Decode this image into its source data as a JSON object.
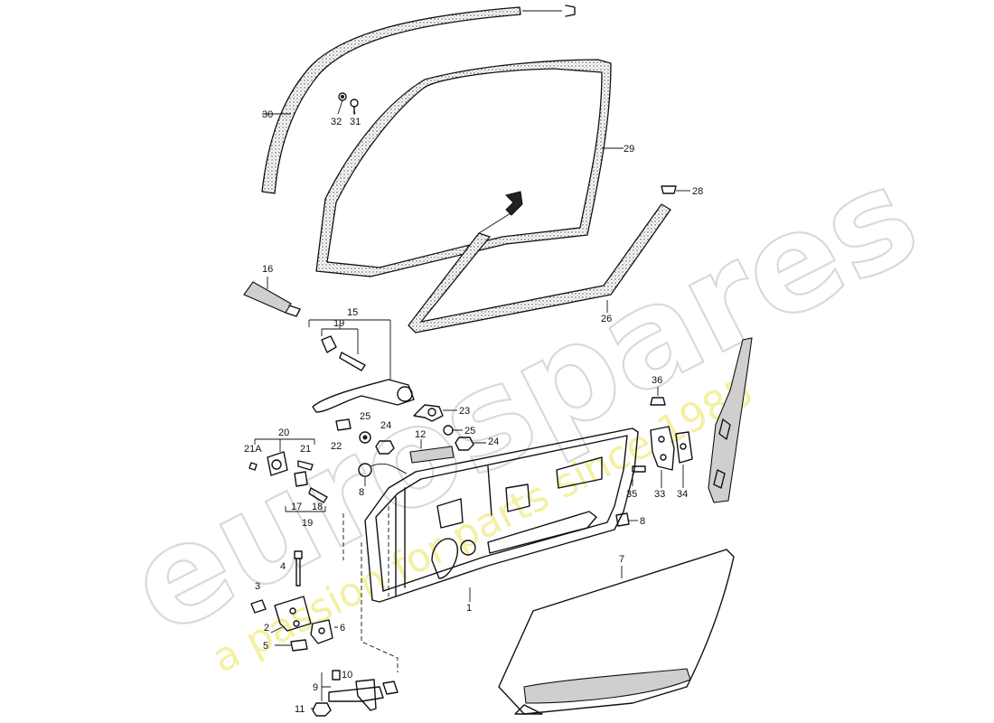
{
  "watermark": {
    "brand": "eurospares",
    "tagline": "a passion for parts since 1985"
  },
  "callouts": [
    {
      "id": "c30",
      "text": "30"
    },
    {
      "id": "c32",
      "text": "32"
    },
    {
      "id": "c31",
      "text": "31"
    },
    {
      "id": "c29",
      "text": "29"
    },
    {
      "id": "c28",
      "text": "28"
    },
    {
      "id": "c16",
      "text": "16"
    },
    {
      "id": "c15",
      "text": "15"
    },
    {
      "id": "c19a",
      "text": "19"
    },
    {
      "id": "c26",
      "text": "26"
    },
    {
      "id": "c36",
      "text": "36"
    },
    {
      "id": "c23",
      "text": "23"
    },
    {
      "id": "c25a",
      "text": "25"
    },
    {
      "id": "c24a",
      "text": "24"
    },
    {
      "id": "c22",
      "text": "22"
    },
    {
      "id": "c25b",
      "text": "25"
    },
    {
      "id": "c24b",
      "text": "24"
    },
    {
      "id": "c12",
      "text": "12"
    },
    {
      "id": "c20",
      "text": "20"
    },
    {
      "id": "c21A",
      "text": "21A"
    },
    {
      "id": "c21",
      "text": "21"
    },
    {
      "id": "c8a",
      "text": "8"
    },
    {
      "id": "c17",
      "text": "17"
    },
    {
      "id": "c18",
      "text": "18"
    },
    {
      "id": "c19b",
      "text": "19"
    },
    {
      "id": "c35",
      "text": "35"
    },
    {
      "id": "c33",
      "text": "33"
    },
    {
      "id": "c34",
      "text": "34"
    },
    {
      "id": "c8b",
      "text": "8"
    },
    {
      "id": "c7",
      "text": "7"
    },
    {
      "id": "c4",
      "text": "4"
    },
    {
      "id": "c1",
      "text": "1"
    },
    {
      "id": "c3",
      "text": "3"
    },
    {
      "id": "c2",
      "text": "2"
    },
    {
      "id": "c6",
      "text": "6"
    },
    {
      "id": "c5",
      "text": "5"
    },
    {
      "id": "c10",
      "text": "10"
    },
    {
      "id": "c9",
      "text": "9"
    },
    {
      "id": "c11",
      "text": "11"
    }
  ]
}
